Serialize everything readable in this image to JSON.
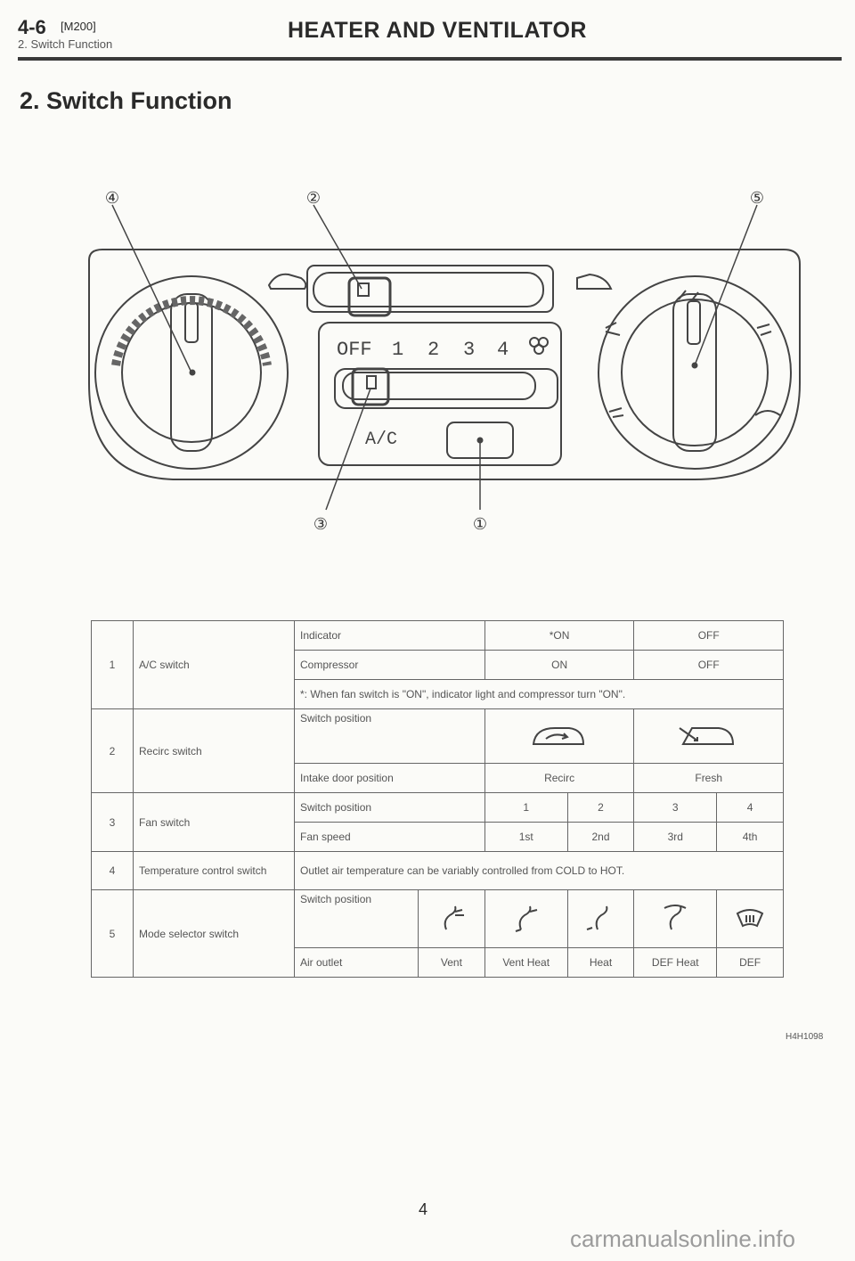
{
  "header": {
    "section": "4-6",
    "code": "[M200]",
    "subsection": "2. Switch Function",
    "title": "HEATER AND VENTILATOR"
  },
  "page_title": "2. Switch Function",
  "diagram": {
    "callouts": [
      "④",
      "②",
      "⑤",
      "③",
      "①"
    ],
    "fan_scale": [
      "OFF",
      "1",
      "2",
      "3",
      "4"
    ],
    "ac_label": "A/C"
  },
  "table": {
    "row1": {
      "num": "1",
      "name": "A/C switch",
      "indicator_label": "Indicator",
      "indicator_on": "*ON",
      "indicator_off": "OFF",
      "compressor_label": "Compressor",
      "compressor_on": "ON",
      "compressor_off": "OFF",
      "note": "*: When fan switch is \"ON\", indicator light and compressor turn \"ON\"."
    },
    "row2": {
      "num": "2",
      "name": "Recirc switch",
      "switch_label": "Switch position",
      "intake_label": "Intake door position",
      "recirc": "Recirc",
      "fresh": "Fresh",
      "icons": [
        "recirc-icon",
        "fresh-air-icon"
      ]
    },
    "row3": {
      "num": "3",
      "name": "Fan switch",
      "switch_label": "Switch position",
      "positions": [
        "1",
        "2",
        "3",
        "4"
      ],
      "speed_label": "Fan speed",
      "speeds": [
        "1st",
        "2nd",
        "3rd",
        "4th"
      ]
    },
    "row4": {
      "num": "4",
      "name": "Temperature control switch",
      "desc": "Outlet air temperature can be variably controlled from COLD to HOT."
    },
    "row5": {
      "num": "5",
      "name": "Mode selector switch",
      "switch_label": "Switch position",
      "outlet_label": "Air outlet",
      "modes": [
        "Vent",
        "Vent Heat",
        "Heat",
        "DEF Heat",
        "DEF"
      ],
      "icons": [
        "vent-icon",
        "bilevel-icon",
        "heat-icon",
        "def-heat-icon",
        "defrost-icon"
      ]
    }
  },
  "figure_id": "H4H1098",
  "page_number": "4",
  "watermark": "carmanualsonline.info"
}
